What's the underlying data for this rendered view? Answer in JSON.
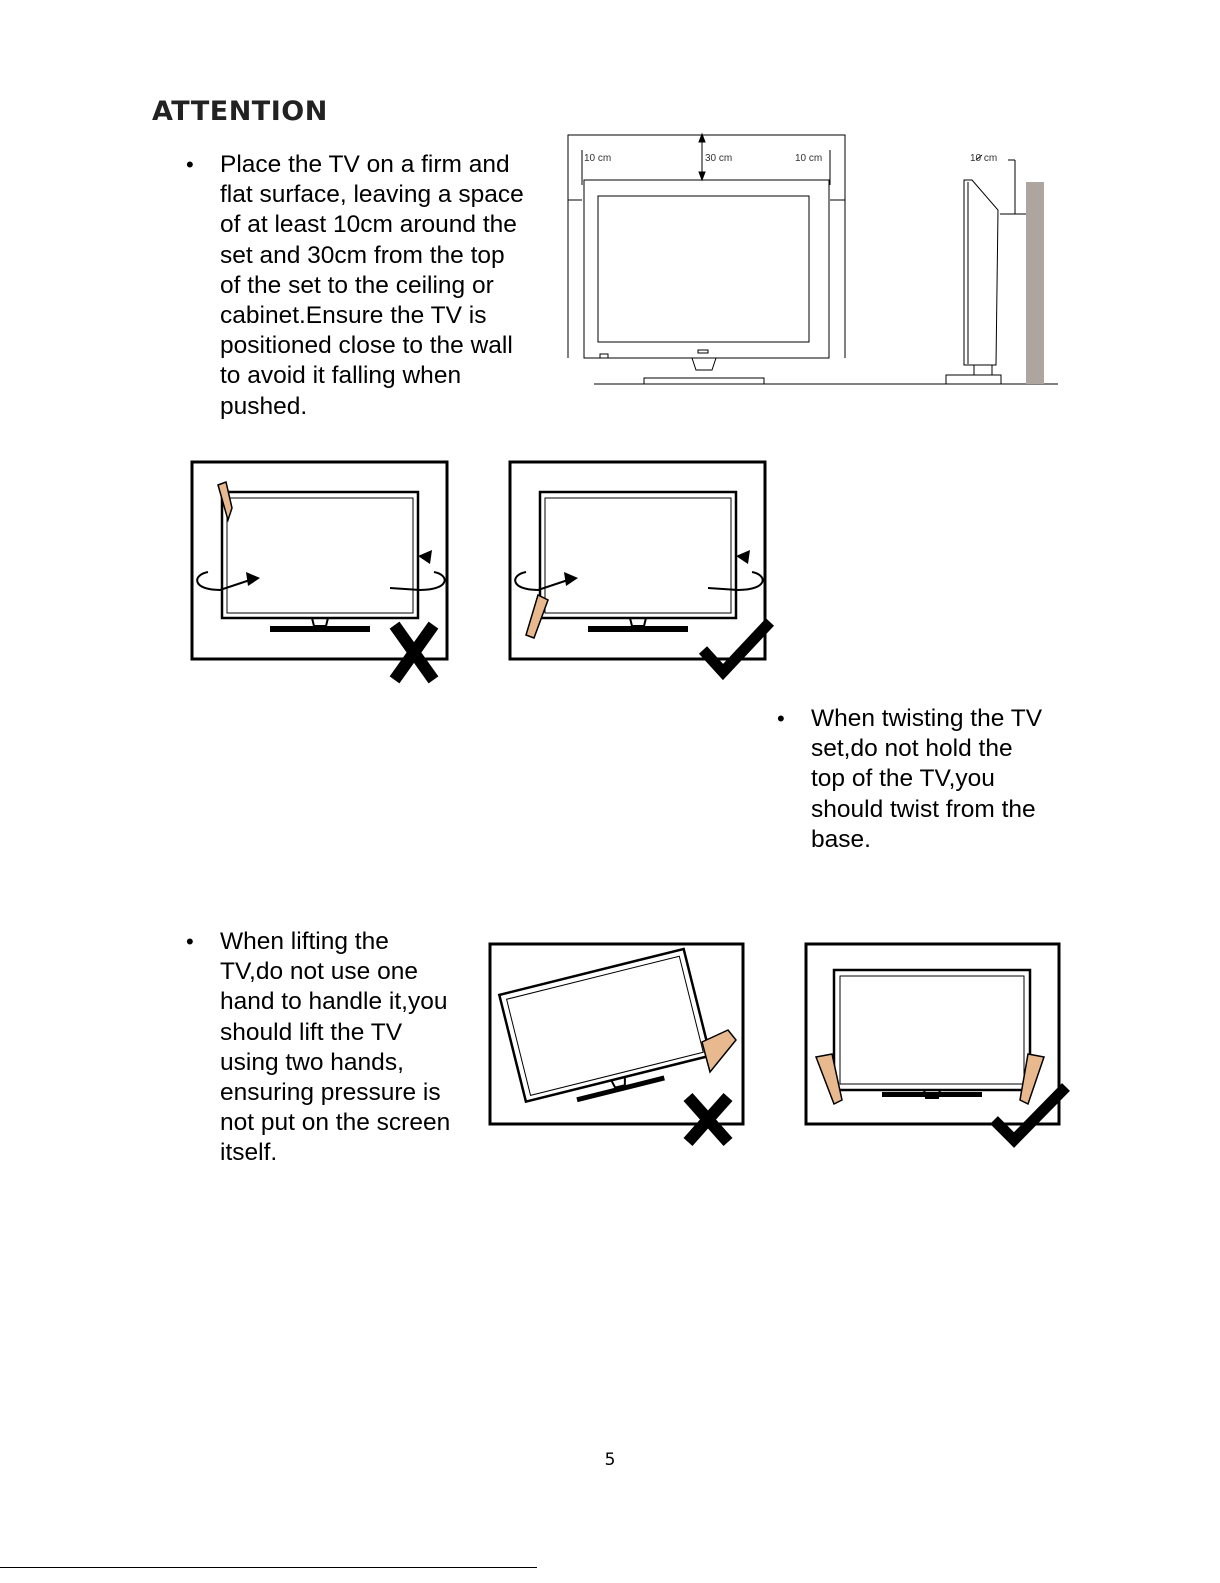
{
  "heading": "ATTENTION",
  "bullets": [
    {
      "symbol": "•",
      "text": "Place the TV on a firm and\nflat surface, leaving a space\nof at least 10cm around the\nset and 30cm from the top\nof the set to the ceiling or\ncabinet.Ensure the TV is\npositioned close to the wall\nto avoid it falling when\npushed."
    },
    {
      "symbol": "•",
      "text": "When twisting the TV\nset,do not hold the\ntop of the TV,you\nshould twist from the\nbase."
    },
    {
      "symbol": "•",
      "text": "When lifting the\nTV,do not use one\nhand to handle it,you\nshould lift the TV\nusing two hands,\nensuring pressure is\nnot put on the screen\nitself."
    }
  ],
  "clearance_labels": {
    "left": "10 cm",
    "top": "30 cm",
    "right": "10 cm",
    "back": "10 cm"
  },
  "page_number": "5"
}
